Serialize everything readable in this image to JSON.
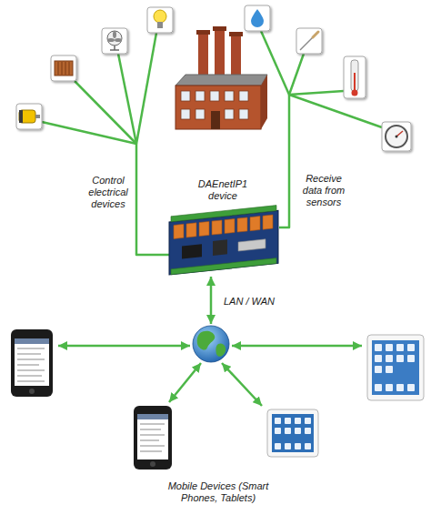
{
  "diagram": {
    "nodes": [
      {
        "text": [
          "DAEnetIP1 device"
        ]
      },
      {
        "text": [
          "Mobile Devices (Smart Phones, Tablets)"
        ]
      }
    ],
    "edges": [
      {
        "from": 0,
        "to": 1,
        "arrow": "both",
        "label": "LAN / WAN"
      }
    ],
    "labels": [
      "Control electrical devices",
      "Receive data from sensors"
    ]
  }
}
